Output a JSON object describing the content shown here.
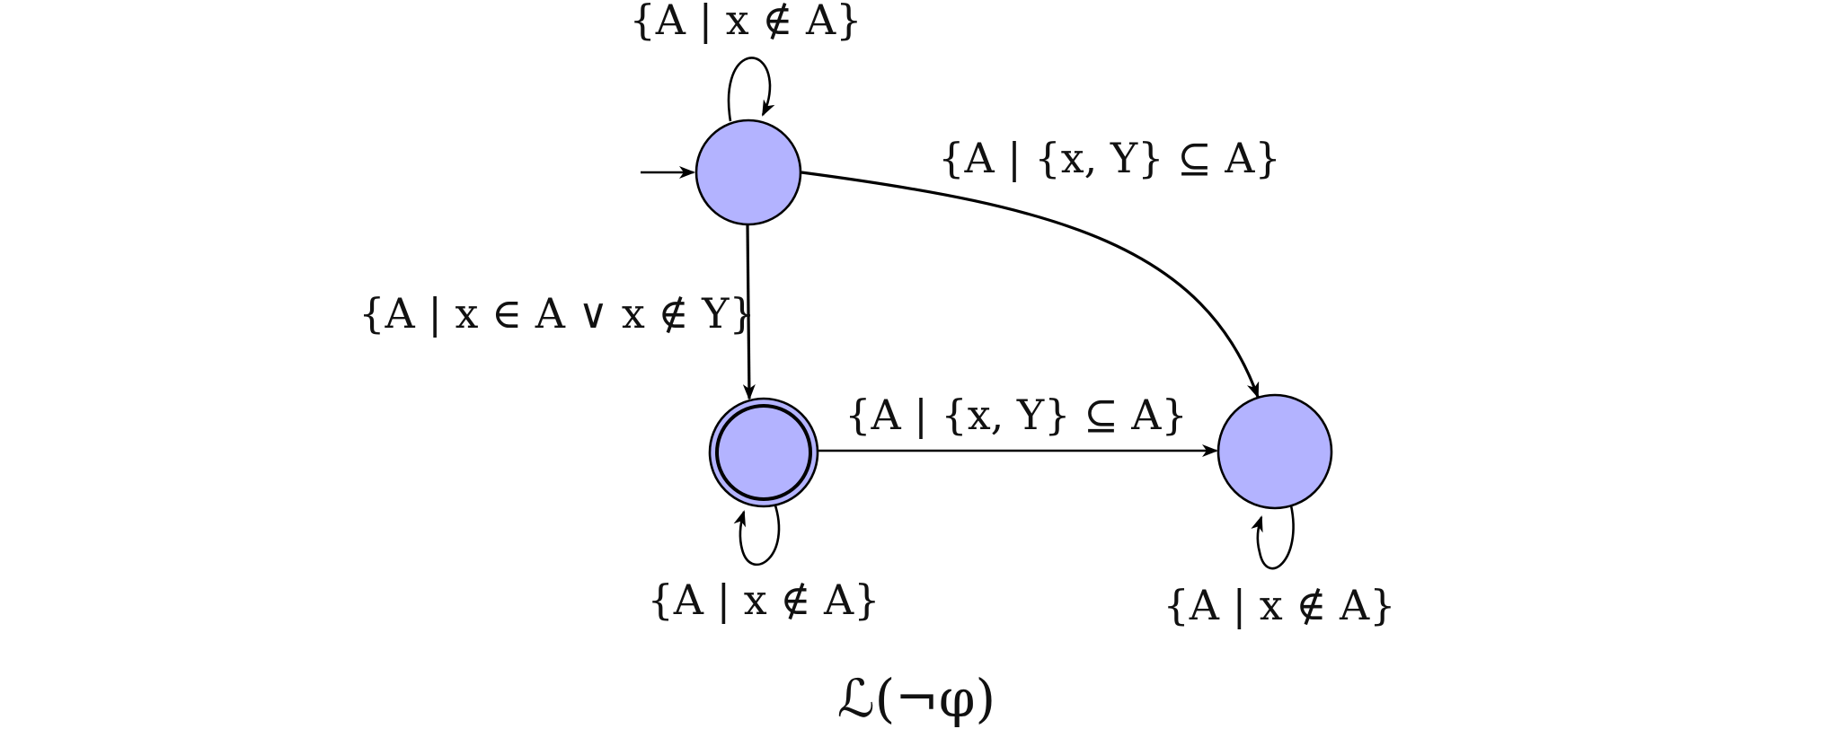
{
  "diagram": {
    "caption": "ℒ(¬φ)",
    "state_fill": "#b3b3ff",
    "edges": {
      "loop_top": "{A | x ∉ A}",
      "top_to_right": "{A | {x, Y} ⊆ A}",
      "top_to_bottom": "{A | x ∈ A ∨ x ∉ Y}",
      "bottom_to_right": "{A | {x, Y} ⊆ A}",
      "loop_bottom": "{A | x ∉ A}",
      "loop_right": "{A | x ∉ A}"
    }
  }
}
